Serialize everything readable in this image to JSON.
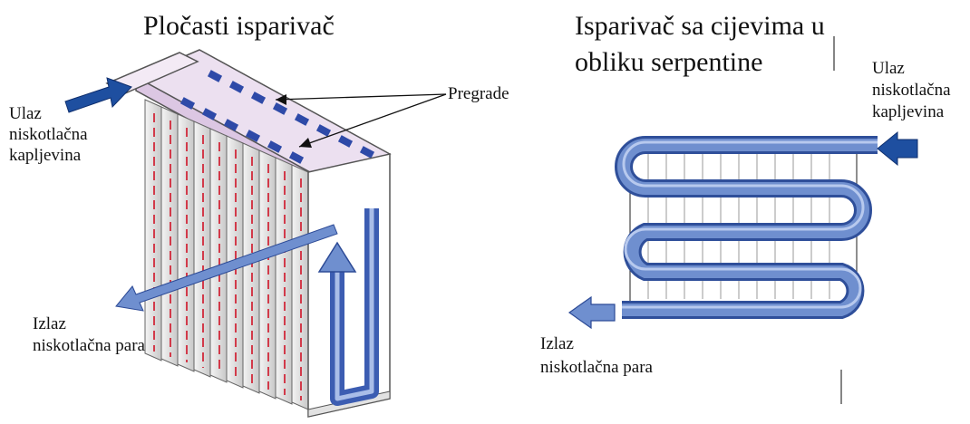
{
  "left": {
    "title": "Pločasti isparivač",
    "inlet": [
      "Ulaz",
      "niskotlačna",
      "kapljevina"
    ],
    "outlet": [
      "Izlaz",
      "niskotlačna para"
    ],
    "baffles": "Pregrade"
  },
  "right": {
    "title": [
      "Isparivač sa cijevima u",
      "obliku serpentine"
    ],
    "inlet": [
      "Ulaz",
      "niskotlačna",
      "kapljevina"
    ],
    "outlet": [
      "Izlaz",
      "niskotlačna para"
    ]
  },
  "colors": {
    "flow_arrow": "#1e4fa0",
    "outlet_arrow": "#6f8fcf",
    "coil": "#5d7fc4",
    "header_box": "#e9d9ee",
    "plate_stripe": "#d23a4a"
  }
}
